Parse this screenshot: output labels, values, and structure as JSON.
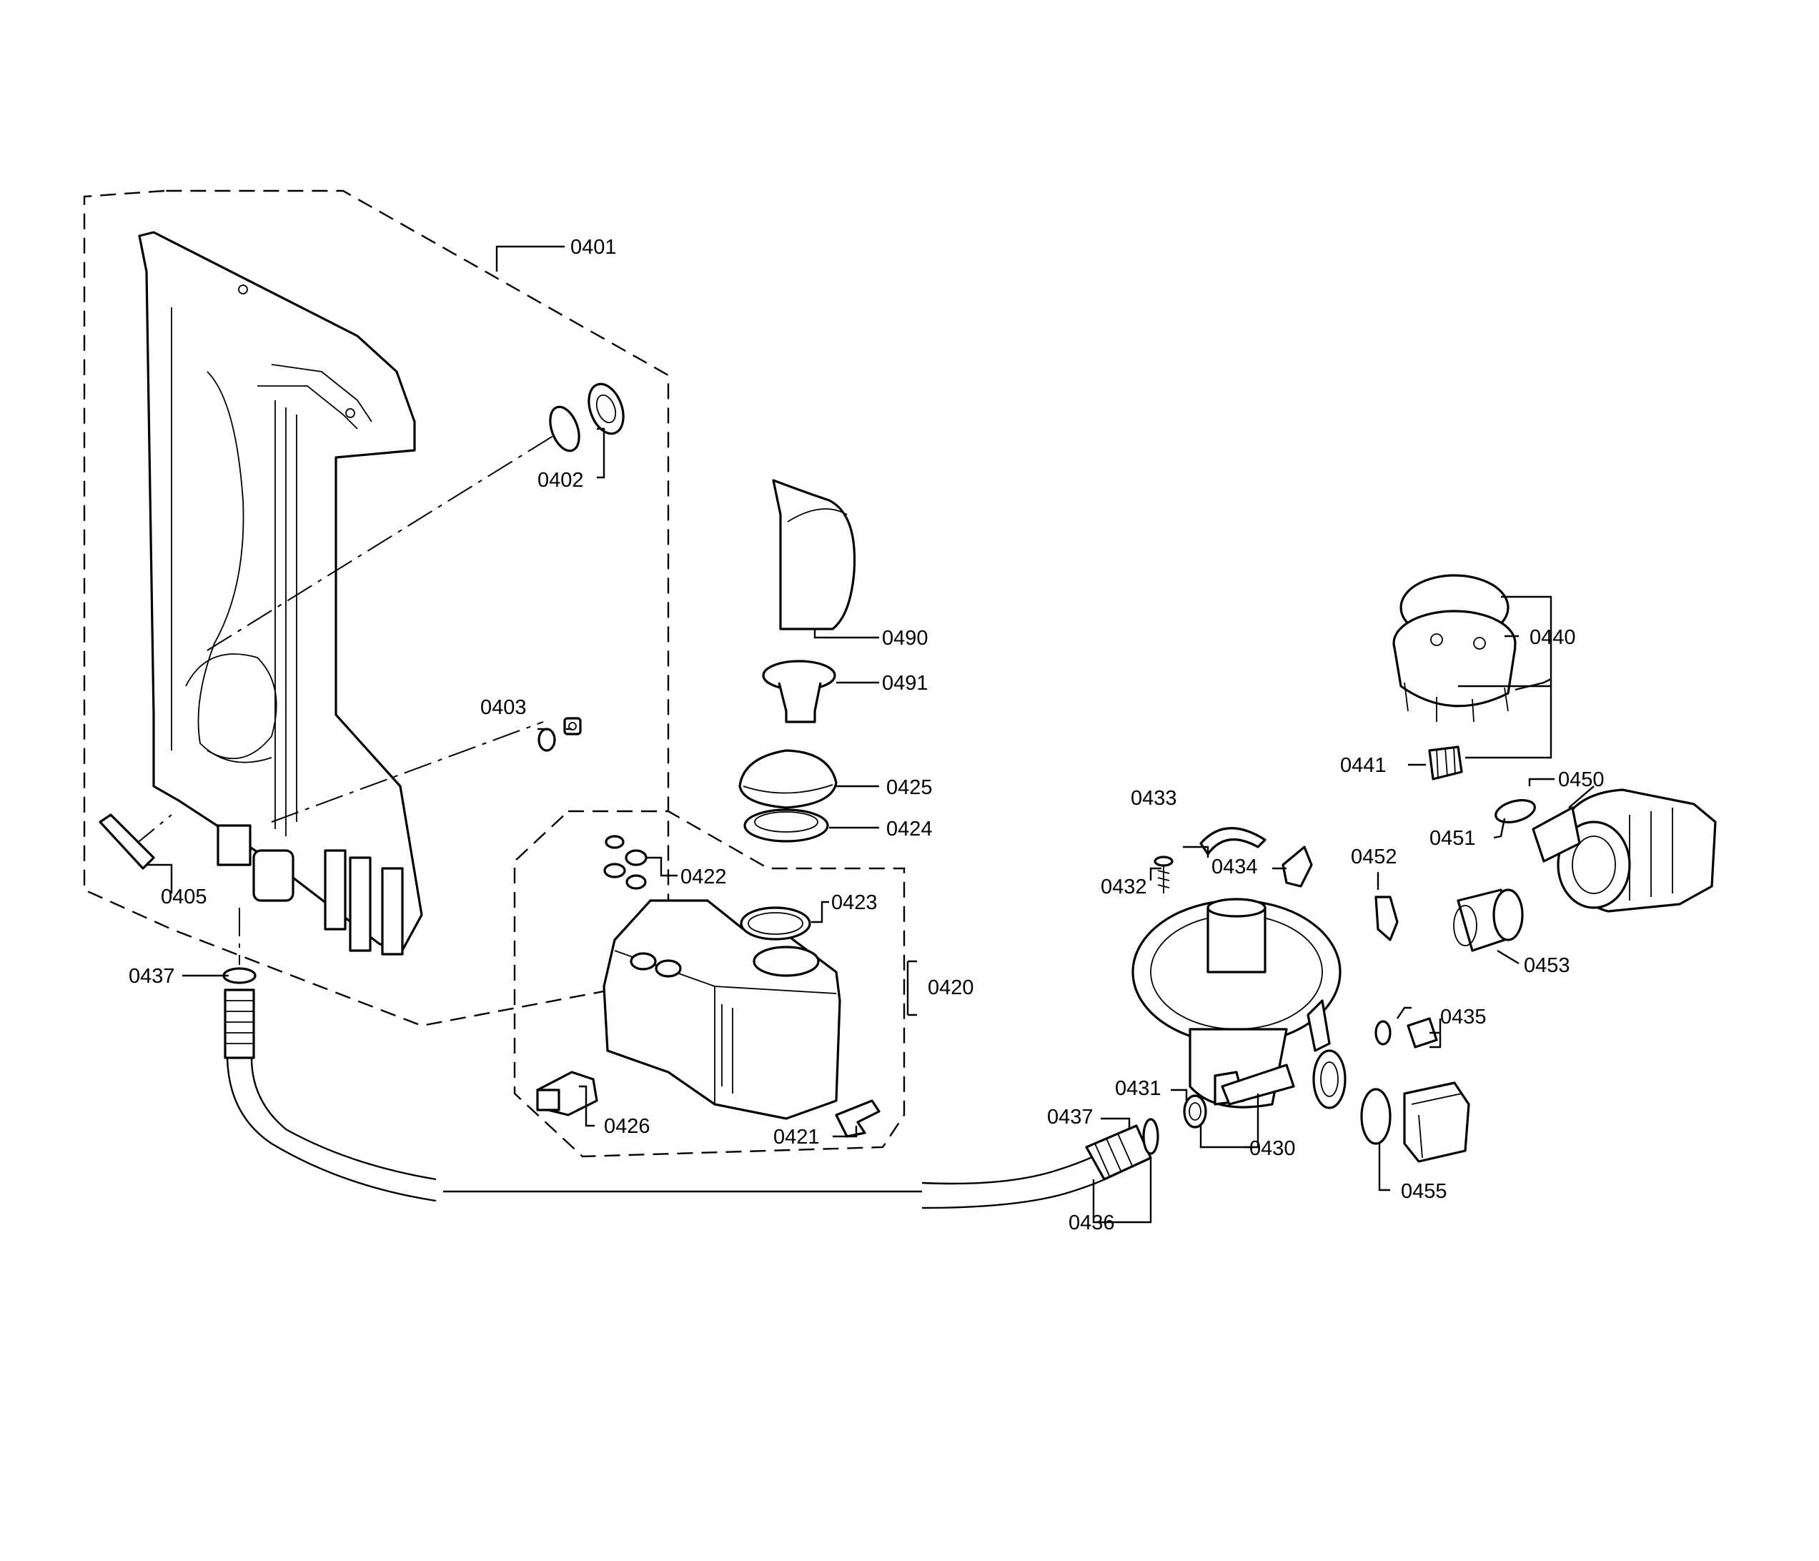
{
  "labels": {
    "l0401": "0401",
    "l0402": "0402",
    "l0403": "0403",
    "l0405": "0405",
    "l0437a": "0437",
    "l0490": "0490",
    "l0491": "0491",
    "l0425": "0425",
    "l0424": "0424",
    "l0422": "0422",
    "l0423": "0423",
    "l0420": "0420",
    "l0426": "0426",
    "l0421": "0421",
    "l0433": "0433",
    "l0432": "0432",
    "l0434": "0434",
    "l0452": "0452",
    "l0431": "0431",
    "l0437b": "0437",
    "l0430": "0430",
    "l0436": "0436",
    "l0440": "0440",
    "l0441": "0441",
    "l0450": "0450",
    "l0451": "0451",
    "l0453": "0453",
    "l0435": "0435",
    "l0455": "0455"
  }
}
